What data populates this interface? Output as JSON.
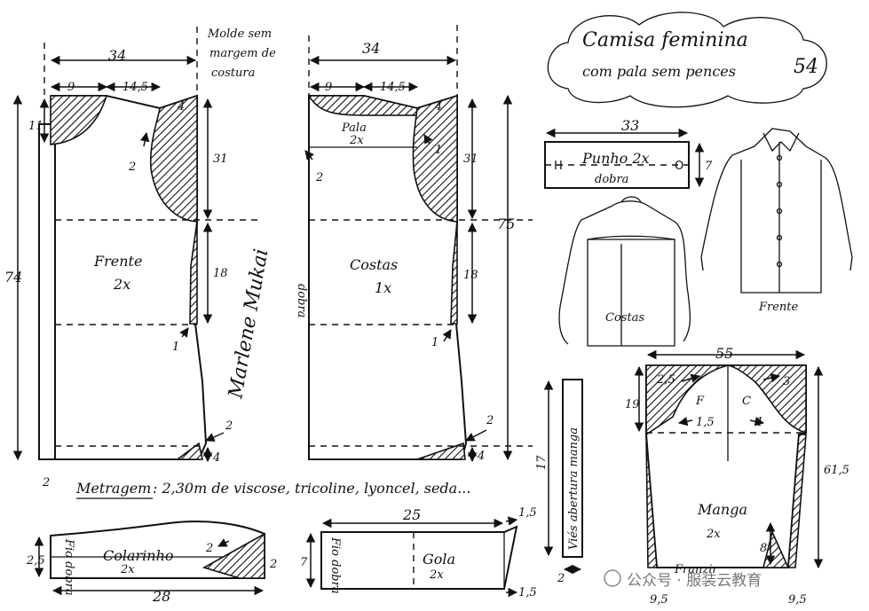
{
  "title": {
    "line1": "Camisa feminina",
    "line2": "com pala sem pences",
    "number": "54"
  },
  "note_molde": [
    "Molde sem",
    "margem de",
    "costura"
  ],
  "signature": "Marlene Mukai",
  "watermark": "公众号 · 服装云教育",
  "metragem": {
    "label": "Metragem",
    "text": ": 2,30m de  viscose, tricoline, lyoncel, seda..."
  },
  "frente": {
    "label": "Frente",
    "qty": "2x",
    "dims": {
      "width": "34",
      "neck": "9",
      "shoulder": "14,5",
      "drop": "4",
      "neck_depth": "11",
      "armhole": "31",
      "side": "18",
      "length": "74",
      "bottom": "2",
      "hem_side": "4",
      "marks": [
        "2",
        "1",
        "2"
      ]
    }
  },
  "costas": {
    "label": "Costas",
    "qty": "1x",
    "fold": "dobra",
    "dims": {
      "width": "34",
      "neck": "9",
      "shoulder": "14,5",
      "drop": "4",
      "armhole": "31",
      "side": "18",
      "length": "75",
      "hem_side": "4",
      "marks": [
        "2",
        "1",
        "1",
        "2"
      ]
    }
  },
  "pala": {
    "label": "Pala",
    "qty": "2x"
  },
  "punho": {
    "label": "Punho 2x",
    "fold": "dobra",
    "width": "33",
    "height": "7",
    "button": "H",
    "hole": "O"
  },
  "costas_sketch_label": "Costas",
  "frente_sketch_label": "Frente",
  "manga": {
    "label": "Manga",
    "qty": "2x",
    "gather": "Franzir",
    "dims": {
      "width": "55",
      "cap_height": "19",
      "length": "61,5",
      "cuff_left": "9,5",
      "cuff_right": "9,5",
      "slit": "8",
      "cap_left": "2,5",
      "cap_right": "3",
      "mark_left": "1,5",
      "mark_right": "1",
      "front": "F",
      "back": "C"
    }
  },
  "vies": {
    "label": "Viés abertura manga",
    "length": "17",
    "width": "2"
  },
  "colarinho": {
    "label": "Colarinho",
    "qty": "2x",
    "fold": "Fio dobra",
    "width": "28",
    "height": "2,5",
    "end": "2",
    "mark": "2"
  },
  "gola": {
    "label": "Gola",
    "qty": "2x",
    "fold": "Fio dobra",
    "width": "25",
    "height": "7",
    "top_ext": "1,5",
    "bottom_ext": "1,5"
  }
}
